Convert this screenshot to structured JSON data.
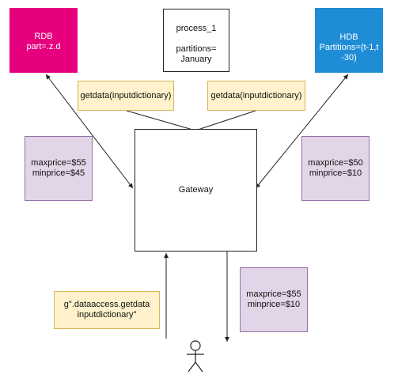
{
  "rdb": {
    "title": "RDB",
    "subtitle": "part=.z.d"
  },
  "hdb": {
    "title": "HDB",
    "subtitle": "Partitions=(t-1,t-30)"
  },
  "process": {
    "line1": "process_1",
    "line2": "partitions=",
    "line3": "January"
  },
  "getdata_left": "getdata(inputdictionary)",
  "getdata_right": "getdata(inputdictionary)",
  "price_left": {
    "max": "maxprice=$55",
    "min": "minprice=$45"
  },
  "price_right": {
    "max": "maxprice=$50",
    "min": "minprice=$10"
  },
  "price_bottom": {
    "max": "maxprice=$55",
    "min": "minprice=$10"
  },
  "gateway": "Gateway",
  "call": {
    "line1": "g\".dataaccess.getdata",
    "line2": "inputdictionary\""
  },
  "colors": {
    "rdb": "#e6007e",
    "hdb": "#1f8dd6",
    "note": "#fff2cc",
    "price": "#e1d5e7"
  }
}
